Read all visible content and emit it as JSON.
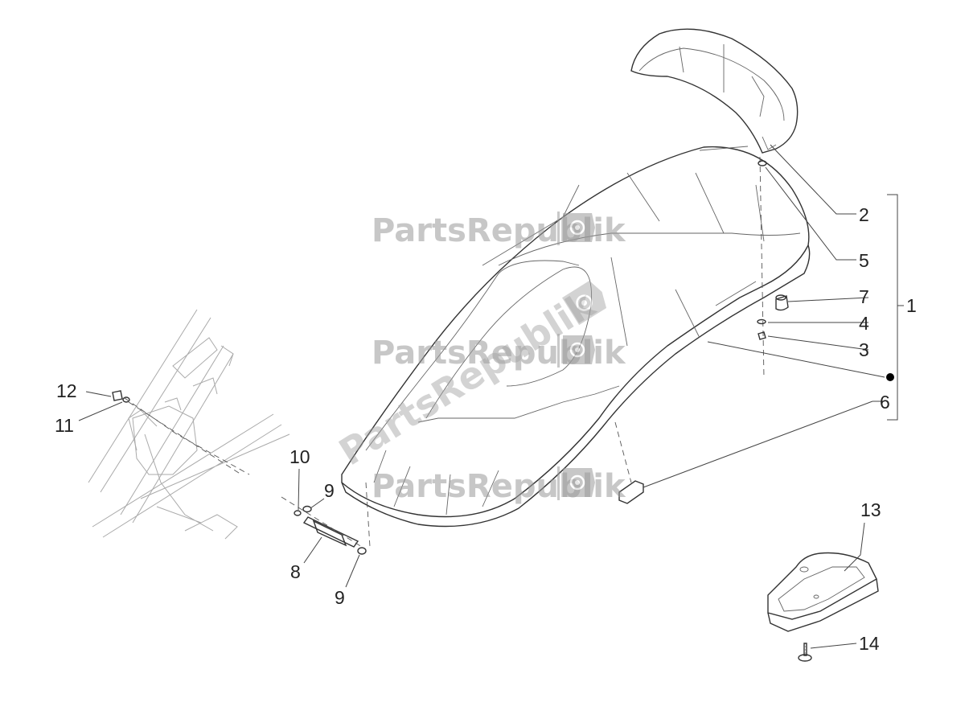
{
  "watermark": {
    "text": "PartsRepublik",
    "badge_icon": "gear-icon"
  },
  "callouts": {
    "n1": "1",
    "n2": "2",
    "n3": "3",
    "n4": "4",
    "n5": "5",
    "n6": "6",
    "n7": "7",
    "n8": "8",
    "n9a": "9",
    "n9b": "9",
    "n10": "10",
    "n11": "11",
    "n12": "12",
    "n13": "13",
    "n14": "14"
  },
  "colors": {
    "line": "#333333",
    "watermark": "#9a9a9a",
    "bullet": "#000000"
  }
}
